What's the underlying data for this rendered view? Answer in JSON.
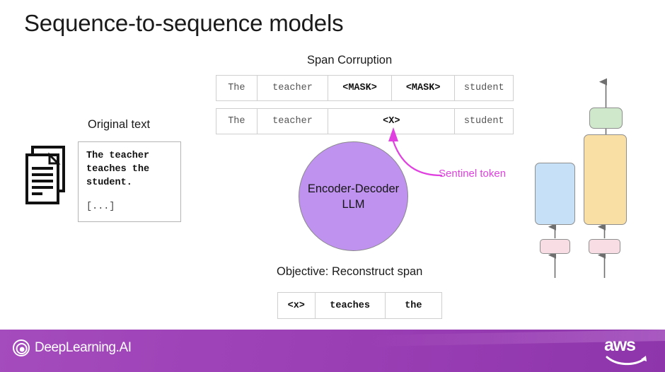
{
  "slide": {
    "title": "Sequence-to-sequence models"
  },
  "original_text": {
    "caption": "Original text",
    "icon": "document-stack-icon",
    "lines": [
      "The teacher",
      "teaches the",
      "student."
    ],
    "ellipsis": "[...]"
  },
  "span_corruption": {
    "caption": "Span Corruption",
    "corrupted_row": [
      {
        "text": "The",
        "strong": false,
        "width": 58
      },
      {
        "text": "teacher",
        "strong": false,
        "width": 101
      },
      {
        "text": "<MASK>",
        "strong": true,
        "width": 90
      },
      {
        "text": "<MASK>",
        "strong": true,
        "width": 90
      },
      {
        "text": "student",
        "strong": false,
        "width": 82
      }
    ],
    "sentinel_row": [
      {
        "text": "The",
        "strong": false,
        "width": 58
      },
      {
        "text": "teacher",
        "strong": false,
        "width": 101
      },
      {
        "text": "<X>",
        "strong": true,
        "width": 180
      },
      {
        "text": "student",
        "strong": false,
        "width": 82
      }
    ]
  },
  "model": {
    "line1": "Encoder-Decoder",
    "line2": "LLM"
  },
  "sentinel_annotation": {
    "label": "Sentinel token",
    "color": "#e040e0"
  },
  "objective": {
    "caption": "Objective: Reconstruct span",
    "row": [
      {
        "text": "<x>",
        "strong": true,
        "width": 53
      },
      {
        "text": "teaches",
        "strong": true,
        "width": 100
      },
      {
        "text": "the",
        "strong": true,
        "width": 80
      }
    ]
  },
  "architecture": {
    "blocks": [
      {
        "name": "encoder-block",
        "color": "#c5e0f7"
      },
      {
        "name": "decoder-block",
        "color": "#fadfa4"
      },
      {
        "name": "output-block",
        "color": "#cfe7ca"
      },
      {
        "name": "embedding-left",
        "color": "#f8dde4"
      },
      {
        "name": "embedding-right",
        "color": "#f8dde4"
      }
    ]
  },
  "footer": {
    "brand": "DeepLearning.AI",
    "brand_icon": "deeplearning-spiral-icon",
    "partner": "aws",
    "partner_icon": "aws-smile-icon",
    "background": "#9b3fb5"
  }
}
